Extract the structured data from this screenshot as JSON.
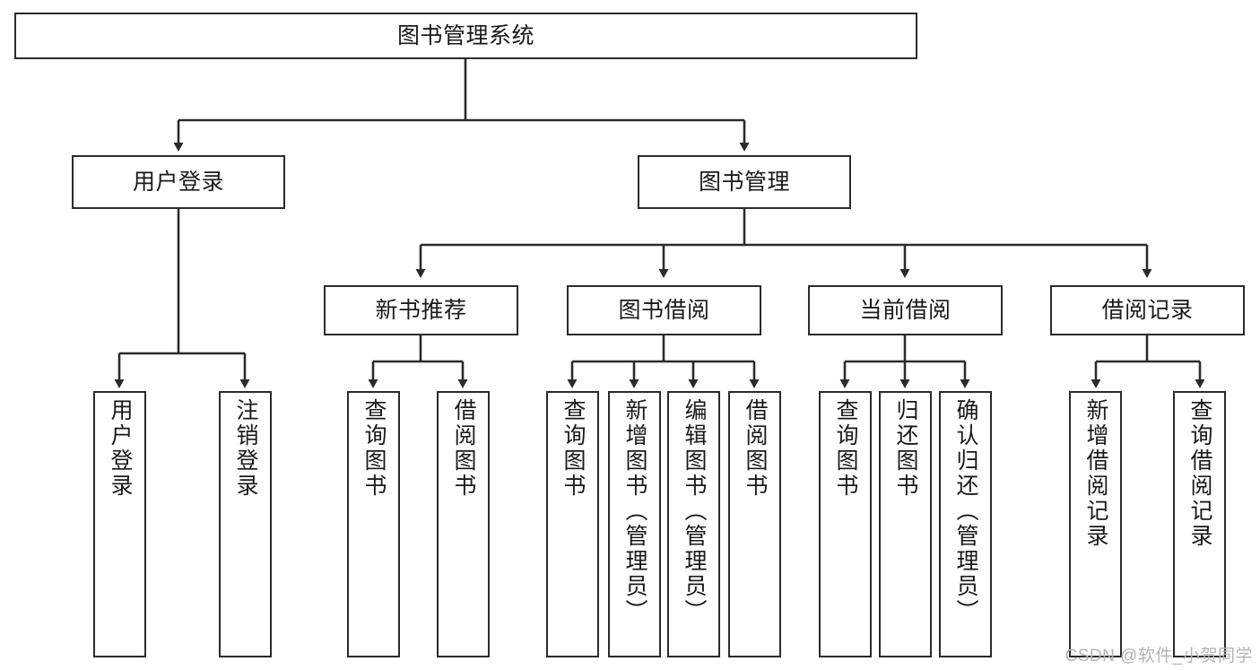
{
  "diagram": {
    "title": "图书管理系统",
    "type": "hierarchy-tree",
    "orientation": "top-down",
    "line_color": "#2b2b2b",
    "box_fill": "#ffffff",
    "text_color": "#1a1a1a",
    "levels": [
      {
        "level": 1,
        "nodes": [
          {
            "id": "root",
            "label": "图书管理系统"
          }
        ]
      },
      {
        "level": 2,
        "nodes": [
          {
            "id": "login",
            "label": "用户登录",
            "parent": "root"
          },
          {
            "id": "bookmgmt",
            "label": "图书管理",
            "parent": "root"
          }
        ]
      },
      {
        "level": 3,
        "nodes": [
          {
            "id": "newbook",
            "label": "新书推荐",
            "parent": "bookmgmt"
          },
          {
            "id": "borrow",
            "label": "图书借阅",
            "parent": "bookmgmt"
          },
          {
            "id": "current",
            "label": "当前借阅",
            "parent": "bookmgmt"
          },
          {
            "id": "records",
            "label": "借阅记录",
            "parent": "bookmgmt"
          }
        ]
      },
      {
        "level": 4,
        "nodes": [
          {
            "id": "leaf1",
            "label": "用户登录",
            "parent": "login"
          },
          {
            "id": "leaf2",
            "label": "注销登录",
            "parent": "login"
          },
          {
            "id": "leaf3",
            "label": "查询图书",
            "parent": "newbook"
          },
          {
            "id": "leaf4",
            "label": "借阅图书",
            "parent": "newbook"
          },
          {
            "id": "leaf5",
            "label": "查询图书",
            "parent": "borrow"
          },
          {
            "id": "leaf6",
            "label": "新增图书（管理员）",
            "parent": "borrow"
          },
          {
            "id": "leaf7",
            "label": "编辑图书（管理员）",
            "parent": "borrow"
          },
          {
            "id": "leaf8",
            "label": "借阅图书",
            "parent": "borrow"
          },
          {
            "id": "leaf9",
            "label": "查询图书",
            "parent": "current"
          },
          {
            "id": "leaf10",
            "label": "归还图书",
            "parent": "current"
          },
          {
            "id": "leaf11",
            "label": "确认归还（管理员）",
            "parent": "current"
          },
          {
            "id": "leaf12",
            "label": "新增借阅记录",
            "parent": "records"
          },
          {
            "id": "leaf13",
            "label": "查询借阅记录",
            "parent": "records"
          }
        ]
      }
    ]
  },
  "watermark": {
    "text": "CSDN @软件_小贺同学"
  }
}
